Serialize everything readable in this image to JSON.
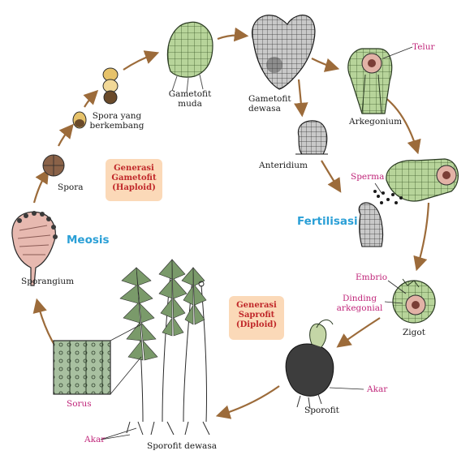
{
  "labels": {
    "spora": "Spora",
    "spora_berkembang_1": "Spora yang",
    "spora_berkembang_2": "berkembang",
    "gametofit_muda_1": "Gametofit",
    "gametofit_muda_2": "muda",
    "gametofit_dewasa_1": "Gametofit",
    "gametofit_dewasa_2": "dewasa",
    "arkegonium": "Arkegonium",
    "telur": "Telur",
    "anteridium": "Anteridium",
    "sperma": "Sperma",
    "embrio": "Embrio",
    "dinding_1": "Dinding",
    "dinding_2": "arkegonial",
    "zigot": "Zigot",
    "akar_sporofit": "Akar",
    "sporofit": "Sporofit",
    "sporofit_dewasa": "Sporofit dewasa",
    "akar_dewasa": "Akar",
    "sorus": "Sorus",
    "sporangium": "Sporangium"
  },
  "stages": {
    "meosis": "Meosis",
    "fertilisasi": "Fertilisasi"
  },
  "boxes": {
    "gametofit": {
      "line1": "Generasi",
      "line2": "Gametofit",
      "line3": "(Haploid)"
    },
    "saprofit": {
      "line1": "Generasi",
      "line2": "Saprofit",
      "line3": "(Diploid)"
    }
  },
  "colors": {
    "arrow": "#9c6b3a",
    "label_accent": "#c0267a",
    "stage_text": "#2a9fd6",
    "box_fill": "#fbd9b8",
    "box_text": "#c0282a",
    "cell_green": "#a9c98a"
  }
}
